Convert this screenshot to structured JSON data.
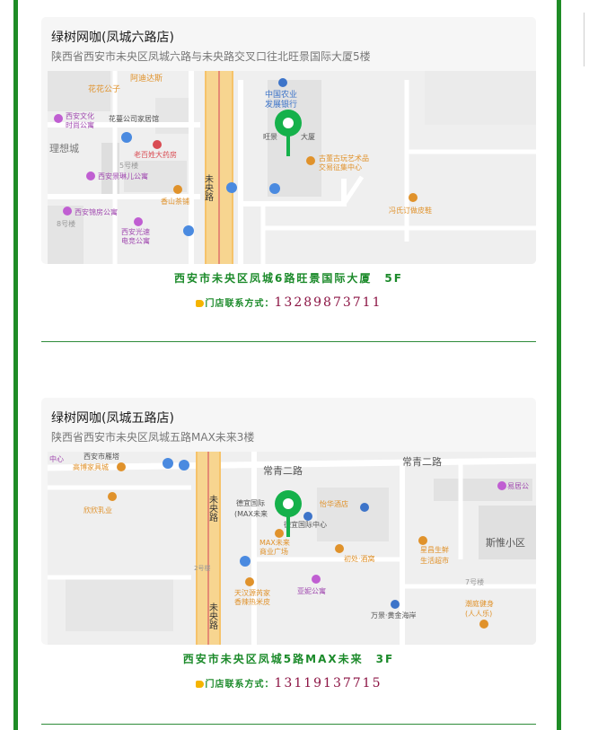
{
  "stores": [
    {
      "name": "绿树网咖(凤城六路店)",
      "address": "陕西省西安市未央区凤城六路与未央路交叉口往北旺景国际大厦5楼",
      "caption": "西安市未央区凤城6路旺景国际大厦　5F",
      "contact_label": "门店联系方式：",
      "phone": "13289873711",
      "map_labels": {
        "huahua": "花花公子",
        "adidas": "阿迪达斯",
        "agri1": "中国农业",
        "agri2": "发展银行",
        "wenyi1": "西安文化",
        "wenyi2": "时尚公寓",
        "huaman": "花蔓公司家居馆",
        "lixiang": "理想城",
        "laobai": "老百姓大药房",
        "wanghao": "旺景",
        "dasha": "大厦",
        "guwan1": "古董古玩艺术品",
        "guwan2": "交易征集中心",
        "no5": "5号楼",
        "xianjing": "西安景琳儿公寓",
        "weiyang": "未央路",
        "xiangshan": "香山茶铺",
        "jingfang": "西安锦房公寓",
        "no8": "8号楼",
        "guangsu1": "西安光速",
        "guangsu2": "电竞公寓",
        "fengshi": "冯氏订做皮鞋"
      }
    },
    {
      "name": "绿树网咖(凤城五路店)",
      "address": "陕西省西安市未央区凤城五路MAX未来3楼",
      "caption": "西安市未央区凤城5路MAX未来　3F",
      "contact_label": "门店联系方式：",
      "phone": "13119137715",
      "map_labels": {
        "xishang": "西安市雁塔",
        "chu": "中心",
        "gaobo": "高博家具城",
        "changqing1": "常青二路",
        "changqing2": "常青二路",
        "yijia": "易居公",
        "xinxin": "欣欣乳业",
        "deyi1": "德宜国际",
        "deyi2": "(MAX未来",
        "yihua": "怡华酒店",
        "deyi3": "德宜国际中心",
        "sili": "斯惟小区",
        "weiyang": "未央路",
        "maxfuture1": "MAX未来",
        "maxfuture2": "商业广场",
        "chuchu": "初处·酒窝",
        "xingchang1": "星昌生鲜",
        "xingchang2": "生活超市",
        "no7": "7号楼",
        "no2": "2号楼",
        "tianhan1": "天汉源芮家",
        "tianhan2": "香辣热米皮",
        "yani": "亚妮公寓",
        "chaoting1": "潮庭健身",
        "chaoting2": "(人人乐)",
        "wanjing": "万景·黄金海岸",
        "weiyang2": "未央路"
      }
    }
  ]
}
